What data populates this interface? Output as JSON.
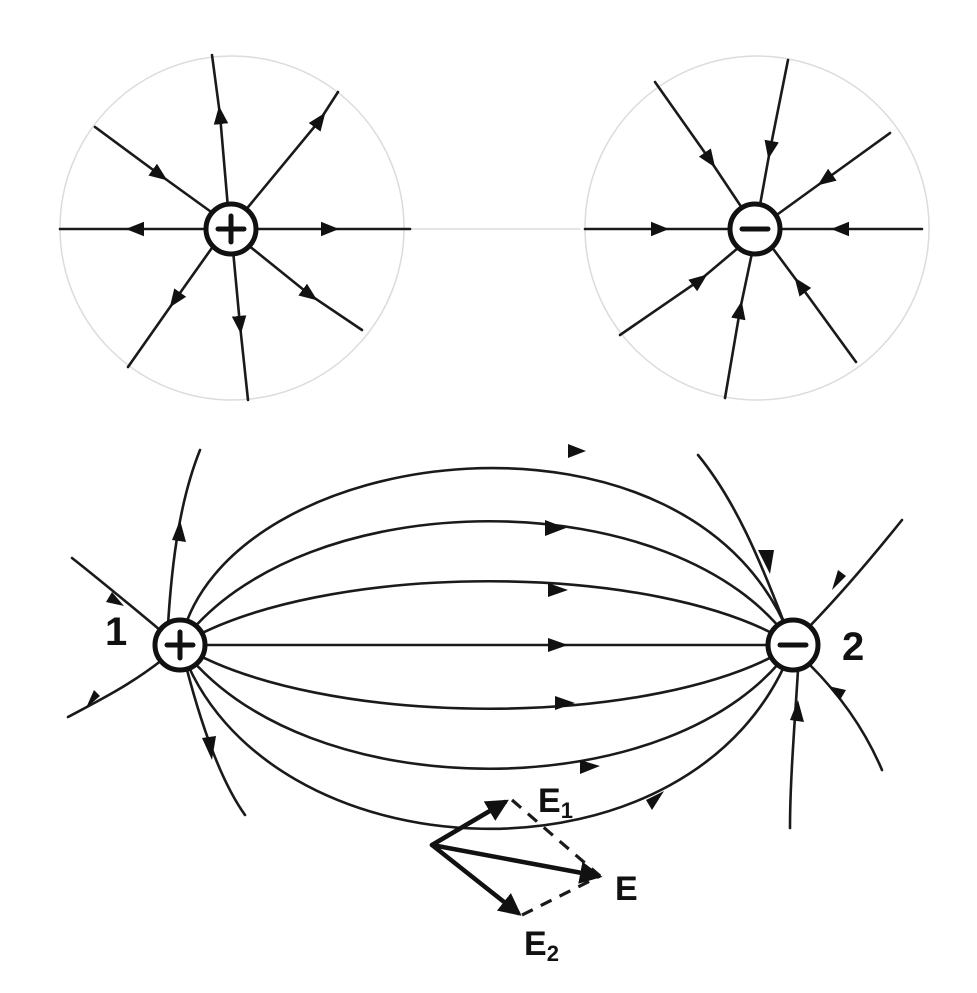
{
  "charges": {
    "single_positive": {
      "sign": "+"
    },
    "single_negative": {
      "sign": "−"
    },
    "dipole_positive": {
      "sign": "+",
      "label": "1"
    },
    "dipole_negative": {
      "sign": "−",
      "label": "2"
    }
  },
  "vectors": {
    "e1": {
      "label": "E",
      "subscript": "1"
    },
    "e": {
      "label": "E"
    },
    "e2": {
      "label": "E",
      "subscript": "2"
    }
  }
}
